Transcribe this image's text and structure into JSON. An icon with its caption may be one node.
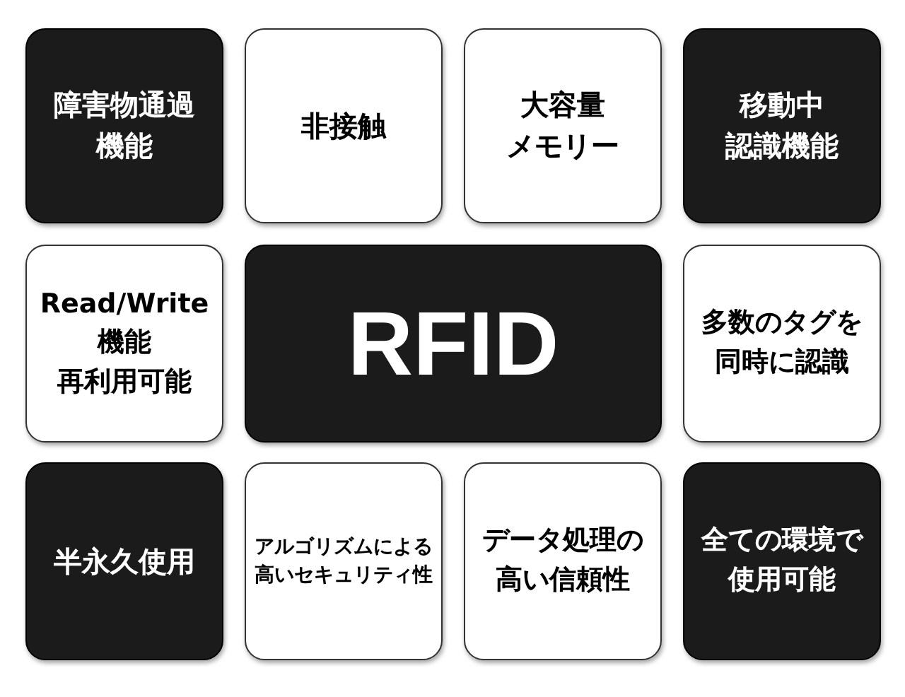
{
  "diagram": {
    "nodes": [
      {
        "text": [
          "障害物通過機能"
        ]
      },
      {
        "text": [
          "非接触"
        ]
      },
      {
        "text": [
          "大容量メモリー"
        ]
      },
      {
        "text": [
          "移動中認識機能"
        ]
      },
      {
        "text": [
          "Read/Write機能再利用可能"
        ]
      },
      {
        "text": [
          "RFID"
        ]
      },
      {
        "text": [
          "多数のタグを同時に認識"
        ]
      },
      {
        "text": [
          "半永久使用"
        ]
      },
      {
        "text": [
          "アルゴリズムによる高いセキュリティ性"
        ]
      },
      {
        "text": [
          "データ処理の高い信頼性"
        ]
      },
      {
        "text": [
          "全ての環境で使用可能"
        ]
      }
    ]
  }
}
